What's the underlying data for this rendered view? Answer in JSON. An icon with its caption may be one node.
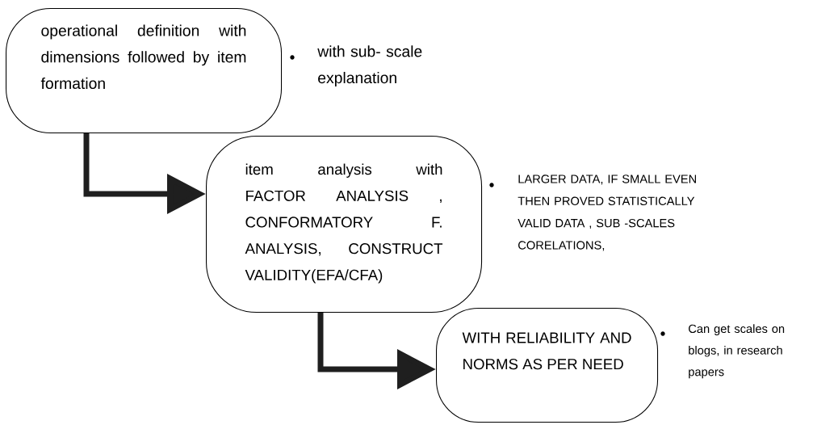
{
  "diagram": {
    "nodes": [
      {
        "text": [
          "operational definition with dimensions followed by item formation"
        ],
        "beside": [
          "with sub- scale explanation"
        ]
      },
      {
        "text": [
          "item analysis with FACTOR ANALYSIS , CONFORMATORY F. ANALYSIS, CONSTRUCT VALIDITY(EFA/CFA)"
        ],
        "beside": [
          "LARGER DATA, IF SMALL EVEN THEN PROVED STATISTICALLY VALID DATA , SUB -SCALES CORELATIONS,"
        ]
      },
      {
        "text": [
          "WITH RELIABILITY AND NORMS AS PER NEED"
        ],
        "beside": [
          "Can get scales on blogs, in research papers"
        ]
      }
    ],
    "edges": [
      {
        "from": 0,
        "to": 1,
        "arrow": "to"
      },
      {
        "from": 1,
        "to": 2,
        "arrow": "to"
      }
    ]
  }
}
